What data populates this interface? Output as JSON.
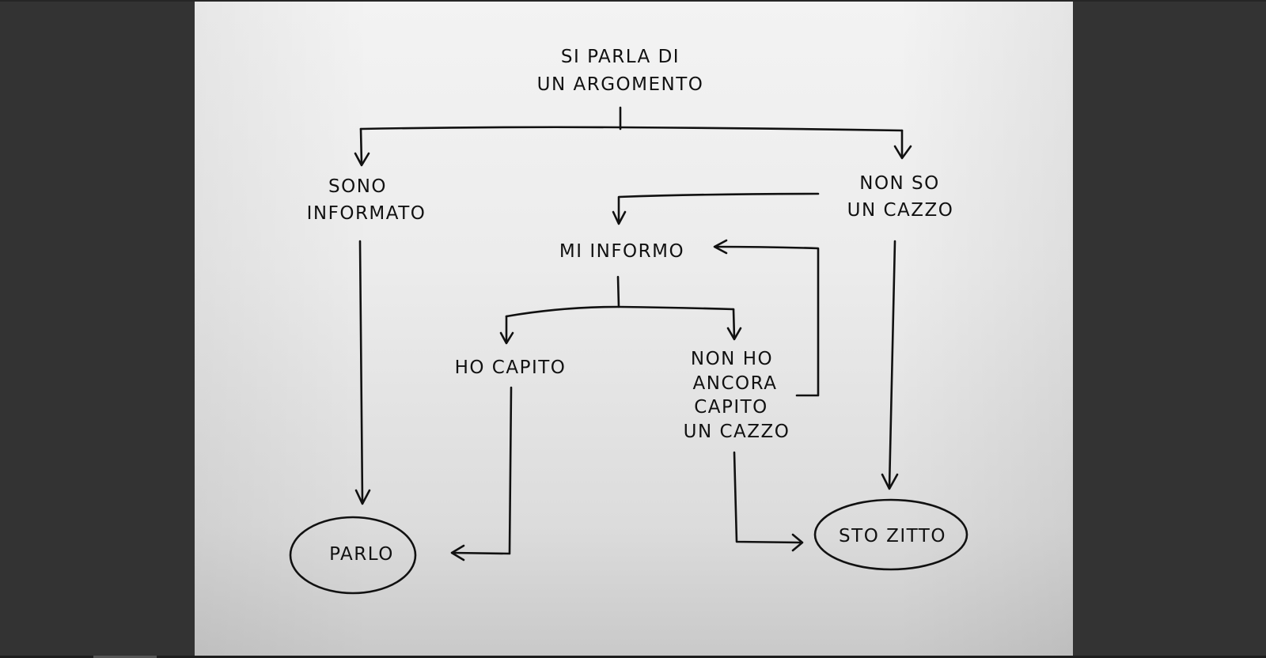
{
  "viewer": {
    "background_color": "#333333",
    "paper_color": "#eeeeee",
    "ink_color": "#111111"
  },
  "diagram": {
    "title": "Flowchart (hand-drawn)",
    "nodes": {
      "root": {
        "lines": [
          "SI PARLA DI",
          "UN ARGOMENTO"
        ]
      },
      "informed": {
        "lines": [
          "SONO",
          "INFORMATO"
        ]
      },
      "clueless": {
        "lines": [
          "NON SO",
          "UN CAZZO"
        ]
      },
      "research": {
        "lines": [
          "MI INFORMO"
        ]
      },
      "understood": {
        "lines": [
          "HO CAPITO"
        ]
      },
      "not_understood": {
        "lines": [
          "NON HO",
          "ANCORA",
          "CAPITO",
          "UN CAZZO"
        ]
      },
      "speak": {
        "lines": [
          "PARLO"
        ]
      },
      "silent": {
        "lines": [
          "STO ZITTO"
        ]
      }
    },
    "edges": [
      {
        "from": "root",
        "to": "informed"
      },
      {
        "from": "root",
        "to": "clueless"
      },
      {
        "from": "clueless",
        "to": "research"
      },
      {
        "from": "clueless",
        "to": "silent"
      },
      {
        "from": "informed",
        "to": "speak"
      },
      {
        "from": "research",
        "to": "understood"
      },
      {
        "from": "research",
        "to": "not_understood"
      },
      {
        "from": "not_understood",
        "to": "research"
      },
      {
        "from": "understood",
        "to": "speak"
      },
      {
        "from": "not_understood",
        "to": "silent"
      }
    ]
  }
}
